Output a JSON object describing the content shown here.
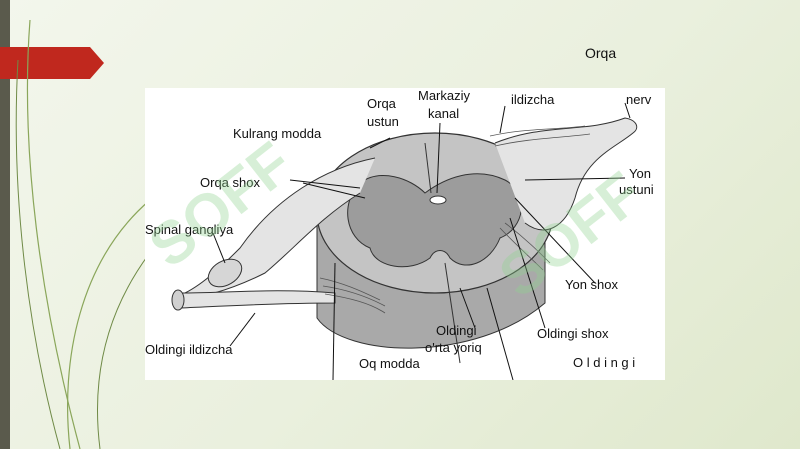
{
  "slide": {
    "corner_label": "Orqa"
  },
  "watermark": {
    "text": "SOFF",
    "color": "#8fd48f"
  },
  "diagram": {
    "labels": {
      "orqa_ustun_1": "Orqa",
      "orqa_ustun_2": "ustun",
      "markaziy_1": "Markaziy",
      "markaziy_2": "kanal",
      "ildizcha": "ildizcha",
      "nerv": "nerv",
      "kulrang_modda": "Kulrang modda",
      "orqa_shox": "Orqa shox",
      "yon_ustuni_1": "Yon",
      "yon_ustuni_2": "ustuni",
      "spinal_gangliya": "Spinal gangliya",
      "yon_shox": "Yon shox",
      "oldingi_orta_1": "Oldingi",
      "oldingi_orta_2": "o'rta yoriq",
      "oldingi_shox": "Oldingi shox",
      "oldingi_ildizcha": "Oldingi ildizcha",
      "oq_modda": "Oq modda",
      "oldingi": "O l d i n g i"
    }
  },
  "colors": {
    "accent_arrow": "#c0281e",
    "grey_matter": "#9c9c9c",
    "white_matter": "#c4c4c4",
    "cylinder_side": "#a9a9a9"
  }
}
